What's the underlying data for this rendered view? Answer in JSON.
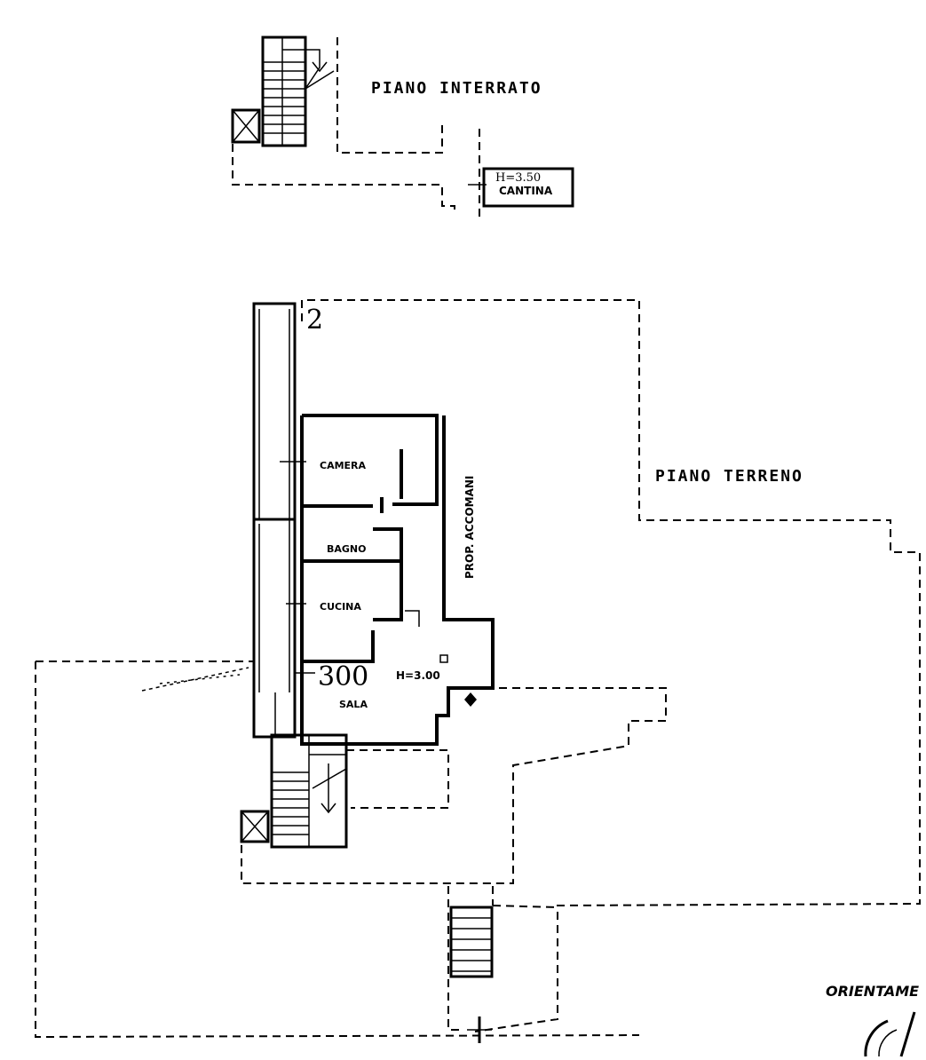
{
  "floors": {
    "basement": "PIANO   INTERRATO",
    "ground": "PIANO   TERRENO"
  },
  "rooms": {
    "cantina": "CANTINA",
    "camera": "CAMERA",
    "bagno": "BAGNO",
    "cucina": "CUCINA",
    "sala": "SALA"
  },
  "annotations": {
    "cantina_height": "H=3.50",
    "sala_height": "H=3.00",
    "handwritten_number": "300",
    "neighbor": "PROP.  ACCOMANI",
    "orientation": "ORIENTAME",
    "unit_number": "2"
  }
}
